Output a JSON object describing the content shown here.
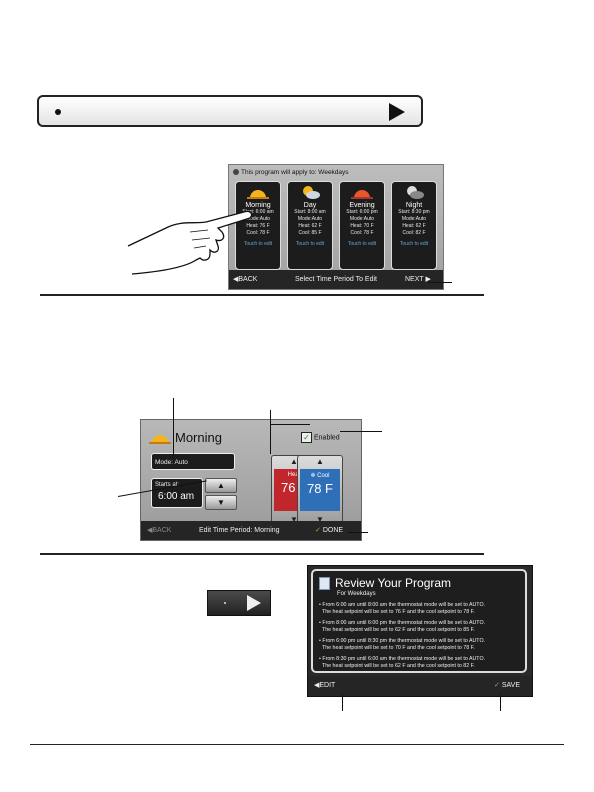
{
  "screen1": {
    "header": "This program will apply to: Weekdays",
    "periods": [
      {
        "name": "Morning",
        "start": "Start: 6:00 am",
        "mode": "Mode:Auto",
        "heat": "Heat: 76 F",
        "cool": "Cool: 78 F",
        "action": "Touch to edit"
      },
      {
        "name": "Day",
        "start": "Start: 8:00 am",
        "mode": "Mode:Auto",
        "heat": "Heat: 62 F",
        "cool": "Cool: 85 F",
        "action": "Touch to edit"
      },
      {
        "name": "Evening",
        "start": "Start: 6:00 pm",
        "mode": "Mode:Auto",
        "heat": "Heat: 70 F",
        "cool": "Cool: 78 F",
        "action": "Touch to edit"
      },
      {
        "name": "Night",
        "start": "Start: 8:30 pm",
        "mode": "Mode:Auto",
        "heat": "Heat: 62 F",
        "cool": "Cool: 82 F",
        "action": "Touch to edit"
      }
    ],
    "back": "BACK",
    "center": "Select Time Period To Edit",
    "next": "NEXT"
  },
  "screen2": {
    "title": "Morning",
    "mode": "Mode: Auto",
    "starts_label": "Starts at:",
    "starts_value": "6:00 am",
    "heat_label": "Heat",
    "heat_value": "76 F",
    "cool_label": "Cool",
    "cool_value": "78 F",
    "enabled_label": "Enabled",
    "back": "BACK",
    "center": "Edit Time Period: Morning",
    "done": "DONE"
  },
  "screen3": {
    "title": "Review Your Program",
    "subtitle": "For Weekdays",
    "items": [
      {
        "l1": "From 6:00 am until 8:00 am the thermostat mode will be set to AUTO.",
        "l2": "The heat setpoint will be set to 76 F and the cool setpoint to 78 F."
      },
      {
        "l1": "From 8:00 am until 6:00 pm the thermostat mode will be set to AUTO.",
        "l2": "The heat setpoint will be set to 62 F and the cool setpoint to 85 F."
      },
      {
        "l1": "From 6:00 pm until 8:30 pm the thermostat mode will be set to AUTO.",
        "l2": "The heat setpoint will be set to 70 F and the cool setpoint to 78 F."
      },
      {
        "l1": "From 8:30 pm until 6:00 am the thermostat mode will be set to AUTO.",
        "l2": "The heat setpoint will be set to 62 F and the cool setpoint to 82 F."
      }
    ],
    "edit": "EDIT",
    "save": "SAVE"
  },
  "colors": {
    "heat": "#c0262b",
    "cool": "#2e6fb8",
    "link": "#68a5cf",
    "check": "#1a8a1a"
  }
}
